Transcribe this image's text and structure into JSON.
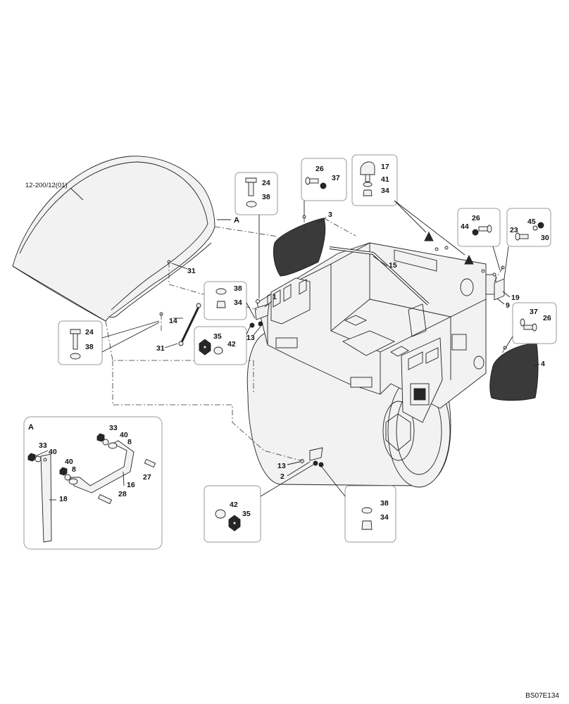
{
  "drawing_code": "BS07E134",
  "reference": "12-200/12(01)",
  "detail_label": "A",
  "callouts": {
    "c1": "1",
    "c2": "2",
    "c3": "3",
    "c4": "4",
    "c8a": "8",
    "c8b": "8",
    "c9": "9",
    "c13a": "13",
    "c13b": "13",
    "c14": "14",
    "c15": "15",
    "c16": "16",
    "c17": "17",
    "c18": "18",
    "c19": "19",
    "c23": "23",
    "c24a": "24",
    "c24b": "24",
    "c26a": "26",
    "c26b": "26",
    "c26c": "26",
    "c27": "27",
    "c28": "28",
    "c30": "30",
    "c31a": "31",
    "c31b": "31",
    "c33a": "33",
    "c33b": "33",
    "c34a": "34",
    "c34b": "34",
    "c34c": "34",
    "c35a": "35",
    "c35b": "35",
    "c37a": "37",
    "c37b": "37",
    "c38a": "38",
    "c38b": "38",
    "c38c": "38",
    "c38d": "38",
    "c40a": "40",
    "c40b": "40",
    "c41": "41",
    "c42a": "42",
    "c42b": "42",
    "c44": "44",
    "c45": "45"
  }
}
